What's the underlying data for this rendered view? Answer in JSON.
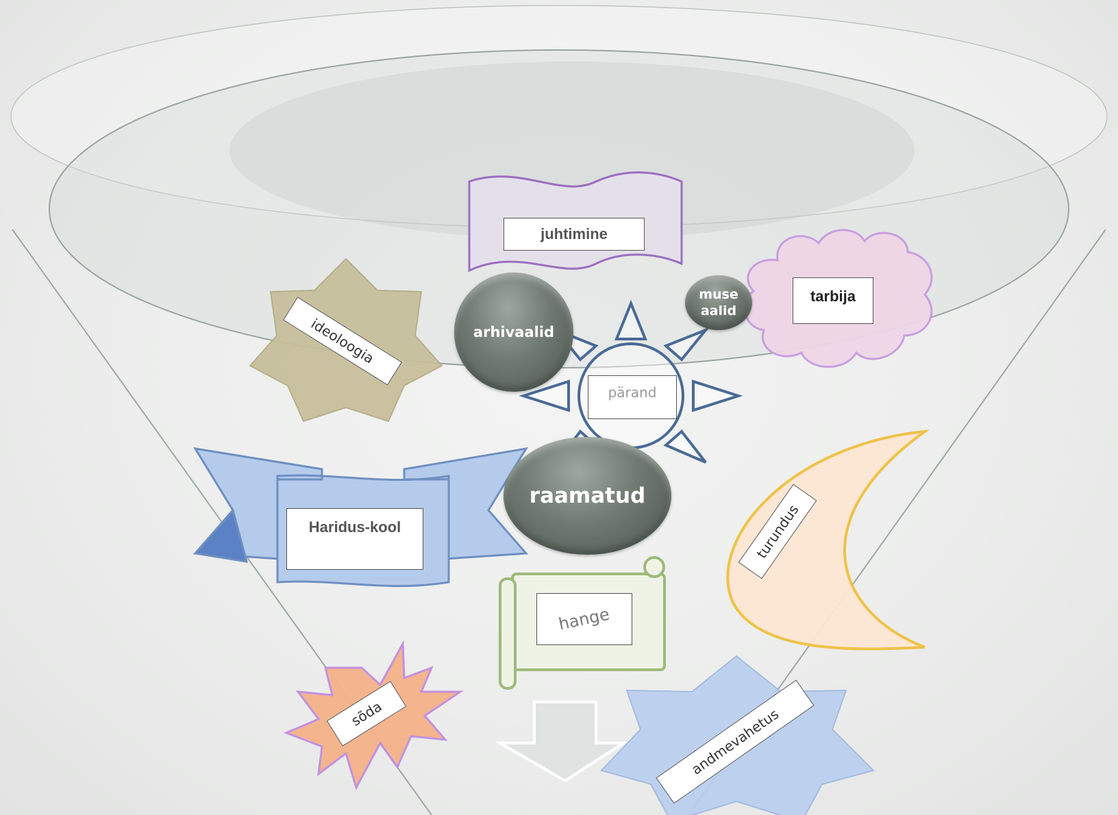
{
  "labels": {
    "juhtimine": "juhtimine",
    "ideoloogia": "ideoloogia",
    "arhivaalid": "arhivaalid",
    "muse_line1": "muse",
    "muse_line2": "aalid",
    "tarbija": "tarbija",
    "parand": "pärand",
    "raamatud": "raamatud",
    "haridus": "Haridus-kool",
    "turundus": "turundus",
    "hange": "hange",
    "soda": "sõda",
    "andmevahetus": "andmevahetus"
  },
  "colors": {
    "funnel_stroke": "#9ea8a4",
    "scroll_stroke": "#9b6fc0",
    "star_fill": "#c7bf9c",
    "cloud_stroke": "#c79be0",
    "cloud_fill": "#efd6e6",
    "ribbon_fill": "#b4cbec",
    "ribbon_stroke": "#6f8fc0",
    "moon_stroke": "#f0c040",
    "moon_fill": "#fde7d4",
    "hange_stroke": "#9fb97a",
    "soda_fill": "#f5b28a",
    "soda_stroke": "#c08de0",
    "andme_fill": "#b9cff0",
    "sun_stroke": "#4a6a96",
    "orb_fill": "#6f7a72"
  }
}
